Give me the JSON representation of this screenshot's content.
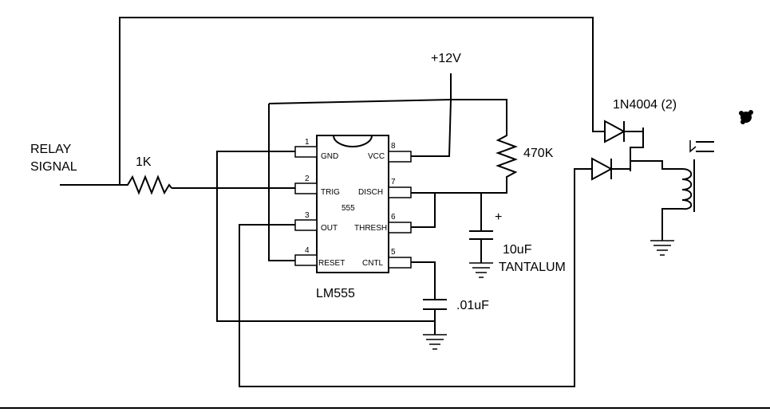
{
  "labels": {
    "relay_signal_line1": "RELAY",
    "relay_signal_line2": "SIGNAL",
    "r1": "1K",
    "vcc": "+12V",
    "r2": "470K",
    "cap_timing_value": "10uF",
    "cap_timing_type": "TANTALUM",
    "cap_timing_polarity": "+",
    "cap_control": ".01uF",
    "diodes": "1N4004  (2)",
    "chip_name": "LM555",
    "chip_inner": "555"
  },
  "chip": {
    "pins_left": [
      {
        "num": "1",
        "label": "GND"
      },
      {
        "num": "2",
        "label": "TRIG"
      },
      {
        "num": "3",
        "label": "OUT"
      },
      {
        "num": "4",
        "label": "RESET"
      }
    ],
    "pins_right": [
      {
        "num": "8",
        "label": "VCC"
      },
      {
        "num": "7",
        "label": "DISCH"
      },
      {
        "num": "6",
        "label": "THRESH"
      },
      {
        "num": "5",
        "label": "CNTL"
      }
    ]
  }
}
